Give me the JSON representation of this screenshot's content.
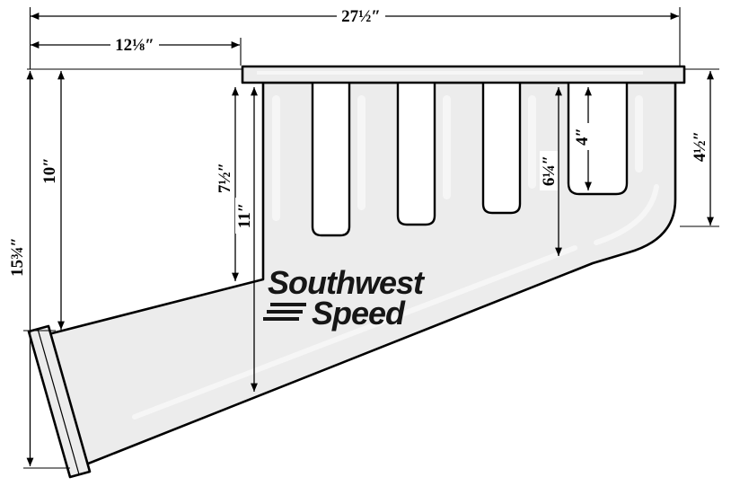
{
  "diagram": {
    "background": "#ffffff",
    "body_fill": "#ececec",
    "outline_color": "#000000",
    "dim_color": "#000000",
    "logo_color": "#161616",
    "subject": "exhaust-header-dimension-drawing"
  },
  "logo": {
    "line1": "Southwest",
    "line2": "Speed"
  },
  "dims": {
    "overall_width": "27½″",
    "flange_offset": "12⅛″",
    "height_upper": "10″",
    "height_total": "15¾″",
    "tube_front_top": "7½″",
    "tube_front_bottom": "11″",
    "tube_rear": "6¼″",
    "rear_gap": "4″",
    "collector_end": "4½″"
  }
}
